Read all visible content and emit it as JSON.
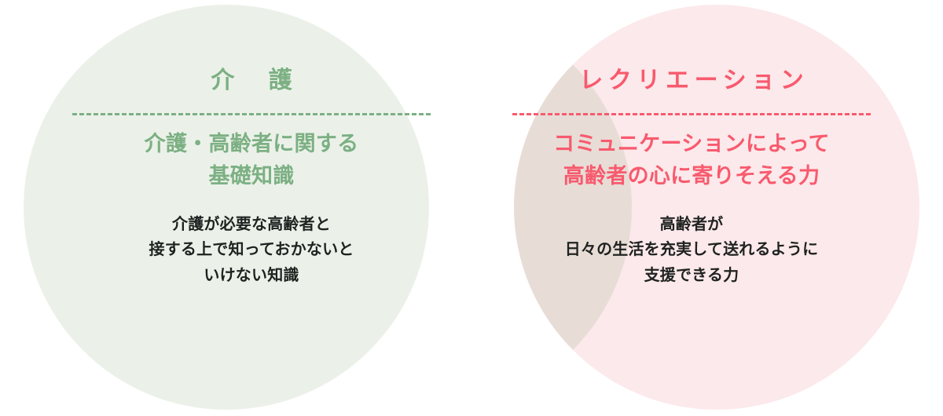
{
  "diagram": {
    "type": "venn-two-circle",
    "background": "#ffffff",
    "overlap_color": "#e7ddd6"
  },
  "left": {
    "title": "介　護",
    "fill_color": "#ebf1e9",
    "accent_color": "#7cb083",
    "lead": {
      "line1": "介護・高齢者に関する",
      "line2": "基礎知識"
    },
    "body": {
      "line1": "介護が必要な高齢者と",
      "line2": "接する上で知っておかないと",
      "line3": "いけない知識"
    }
  },
  "right": {
    "title": "レクリエーション",
    "fill_color": "#fce9eb",
    "accent_color": "#f85a6e",
    "lead": {
      "line1": "コミュニケーションによって",
      "line2": "高齢者の心に寄りそえる力"
    },
    "body": {
      "line1": "高齢者が",
      "line2": "日々の生活を充実して送れるように",
      "line3": "支援できる力"
    }
  }
}
